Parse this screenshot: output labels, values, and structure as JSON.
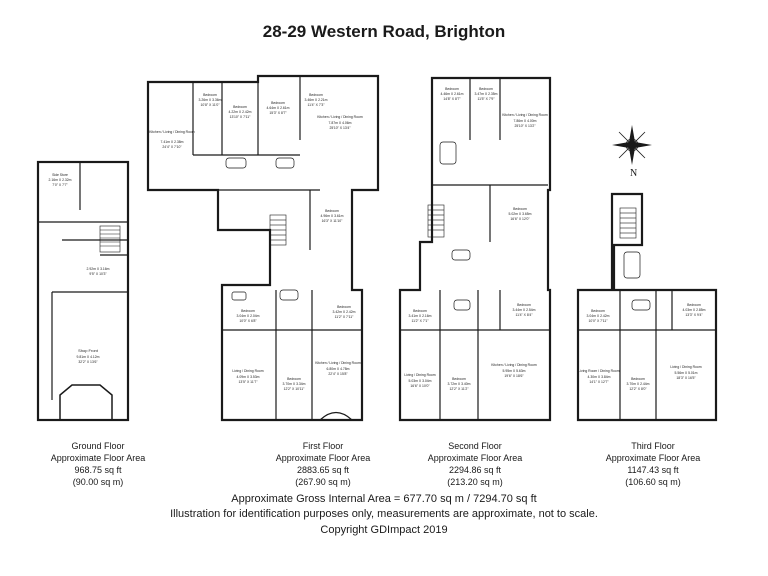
{
  "title": "28-29 Western Road, Brighton",
  "compass_label": "N",
  "floors": [
    {
      "name": "Ground Floor",
      "area_label": "Approximate Floor Area",
      "area_sqft": "968.75 sq ft",
      "area_sqm": "(90.00 sq m)",
      "rooms": [
        {
          "name": "Side Store",
          "dims": "2.16m X 2.32m",
          "dims_imp": "7'0\" X 7'7\""
        },
        {
          "name": "",
          "dims": "2.92m X 3.16m",
          "dims_imp": "9'5\" X 10'3\""
        },
        {
          "name": "Shop Front",
          "dims": "9.81m X 4.12m",
          "dims_imp": "32'2\" X 13'6\""
        }
      ]
    },
    {
      "name": "First Floor",
      "area_label": "Approximate Floor Area",
      "area_sqft": "2883.65 sq ft",
      "area_sqm": "(267.90 sq m)",
      "rooms": [
        {
          "name": "Bedroom",
          "dims": "3.26m X 3.36m",
          "dims_imp": "10'8\" X 11'0\""
        },
        {
          "name": "Bedroom",
          "dims": "4.22m X 2.42m",
          "dims_imp": "13'10\" X 7'11\""
        },
        {
          "name": "Bedroom",
          "dims": "4.64m X 2.61m",
          "dims_imp": "15'3\" X 8'7\""
        },
        {
          "name": "Bedroom",
          "dims": "3.46m X 2.21m",
          "dims_imp": "11'4\" X 7'3\""
        },
        {
          "name": "Kitchen / Living / Dining Room",
          "dims": "7.41m X 2.38m",
          "dims_imp": "24'4\" X 7'10\""
        },
        {
          "name": "Kitchen / Living / Dining Room",
          "dims": "7.87m X 4.06m",
          "dims_imp": "25'10\" X 13'4\""
        },
        {
          "name": "Bedroom",
          "dims": "4.96m X 3.61m",
          "dims_imp": "16'3\" X 11'10\""
        },
        {
          "name": "Bedroom",
          "dims": "3.04m X 2.04m",
          "dims_imp": "10'0\" X 6'8\""
        },
        {
          "name": "Bedroom",
          "dims": "3.42m X 2.42m",
          "dims_imp": "11'2\" X 7'11\""
        },
        {
          "name": "Living / Dining Room",
          "dims": "4.09m X 3.53m",
          "dims_imp": "13'5\" X 11'7\""
        },
        {
          "name": "Bedroom",
          "dims": "3.70m X 3.34m",
          "dims_imp": "12'2\" X 10'11\""
        },
        {
          "name": "Kitchen / Living / Dining Room",
          "dims": "6.80m X 4.78m",
          "dims_imp": "22'4\" X 15'8\""
        }
      ]
    },
    {
      "name": "Second Floor",
      "area_label": "Approximate Floor Area",
      "area_sqft": "2294.86 sq ft",
      "area_sqm": "(213.20 sq m)",
      "rooms": [
        {
          "name": "Bedroom",
          "dims": "4.46m X 2.61m",
          "dims_imp": "14'8\" X 8'7\""
        },
        {
          "name": "Bedroom",
          "dims": "3.47m X 2.35m",
          "dims_imp": "11'5\" X 7'9\""
        },
        {
          "name": "Kitchen / Living / Dining Room",
          "dims": "7.86m X 4.00m",
          "dims_imp": "25'10\" X 13'2\""
        },
        {
          "name": "Bedroom",
          "dims": "5.02m X 3.65m",
          "dims_imp": "16'6\" X 12'0\""
        },
        {
          "name": "Bedroom",
          "dims": "3.41m X 2.16m",
          "dims_imp": "11'2\" X 7'1\""
        },
        {
          "name": "Bedroom",
          "dims": "3.44m X 2.54m",
          "dims_imp": "11'4\" X 8'4\""
        },
        {
          "name": "Living / Dining Room",
          "dims": "5.03m X 3.04m",
          "dims_imp": "16'6\" X 10'0\""
        },
        {
          "name": "Bedroom",
          "dims": "3.72m X 3.40m",
          "dims_imp": "12'2\" X 11'2\""
        },
        {
          "name": "Kitchen / Living / Dining Room",
          "dims": "5.95m X 5.63m",
          "dims_imp": "19'6\" X 18'6\""
        }
      ]
    },
    {
      "name": "Third Floor",
      "area_label": "Approximate Floor Area",
      "area_sqft": "1147.43 sq ft",
      "area_sqm": "(106.60 sq m)",
      "rooms": [
        {
          "name": "Bedroom",
          "dims": "3.04m X 2.42m",
          "dims_imp": "10'0\" X 7'11\""
        },
        {
          "name": "Bedroom",
          "dims": "4.03m X 2.85m",
          "dims_imp": "13'3\" X 9'4\""
        },
        {
          "name": "Living Room / Dining Room",
          "dims": "4.30m X 3.84m",
          "dims_imp": "14'1\" X 12'7\""
        },
        {
          "name": "Bedroom",
          "dims": "3.70m X 2.44m",
          "dims_imp": "12'2\" X 8'0\""
        },
        {
          "name": "Living / Dining Room",
          "dims": "5.56m X 5.01m",
          "dims_imp": "18'3\" X 16'5\""
        }
      ]
    }
  ],
  "footer": {
    "gross_area": "Approximate Gross Internal Area = 677.70 sq m / 7294.70 sq ft",
    "disclaimer": "Illustration for identification purposes only, measurements are approximate, not to scale.",
    "copyright": "Copyright GDImpact 2019"
  }
}
